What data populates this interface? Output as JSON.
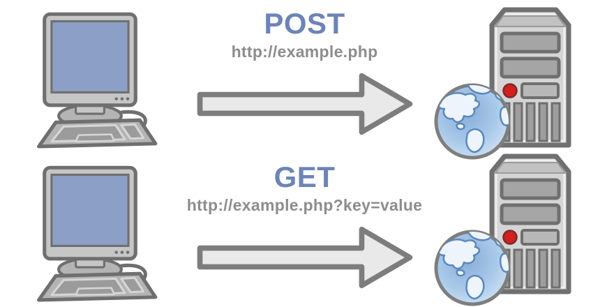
{
  "colors": {
    "background": "#ffffff",
    "method-blue": "#6c84b8",
    "url-gray": "#8d8d8d",
    "outline-gray": "#6f6f6f",
    "device-gray": "#c6c6c6",
    "keyboard-gray": "#b4b4b4",
    "panel-gray": "#9b9b9b",
    "screen-blue": "#8c9fc6",
    "arrow-fill": "#e9e9e9",
    "arrow-stroke": "#7d7d7d",
    "server-body": "#d5d5d5",
    "bay-gray": "#a5a5a5",
    "power-red": "#d41f1f",
    "globe-ring": "#7e7e7e",
    "globe-ocean": "#a9c9e9",
    "land-fill": "#edf4fb",
    "land-stroke": "#5b87bd"
  },
  "rows": [
    {
      "method": "POST",
      "url": "http://example.php",
      "client_icon": "desktop-computer-icon",
      "arrow_icon": "right-arrow-icon",
      "server_icon": "web-server-globe-icon"
    },
    {
      "method": "GET",
      "url": "http://example.php?key=value",
      "client_icon": "desktop-computer-icon",
      "arrow_icon": "right-arrow-icon",
      "server_icon": "web-server-globe-icon"
    }
  ]
}
